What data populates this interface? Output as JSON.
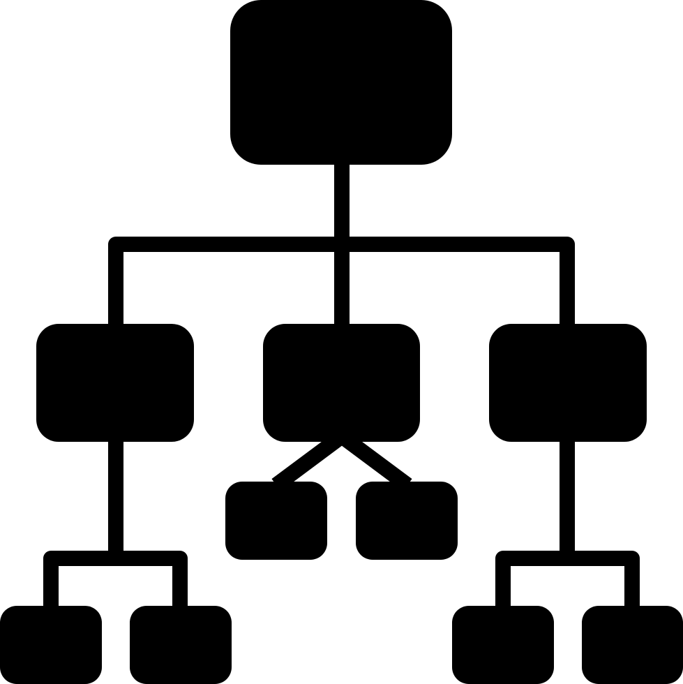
{
  "icon": {
    "name": "hierarchy-icon",
    "style": "glyph",
    "color": "#000000",
    "background": "#ffffff"
  },
  "diagram": {
    "type": "tree",
    "root": "node-root",
    "nodes": [
      {
        "id": "node-root",
        "level": 0
      },
      {
        "id": "node-left",
        "level": 1
      },
      {
        "id": "node-middle",
        "level": 1
      },
      {
        "id": "node-right",
        "level": 1
      },
      {
        "id": "node-left-a",
        "level": 2
      },
      {
        "id": "node-left-b",
        "level": 2
      },
      {
        "id": "node-middle-a",
        "level": 2
      },
      {
        "id": "node-middle-b",
        "level": 2
      },
      {
        "id": "node-right-a",
        "level": 2
      },
      {
        "id": "node-right-b",
        "level": 2
      }
    ],
    "edges": [
      {
        "from": "node-root",
        "to": "node-left"
      },
      {
        "from": "node-root",
        "to": "node-middle"
      },
      {
        "from": "node-root",
        "to": "node-right"
      },
      {
        "from": "node-left",
        "to": "node-left-a"
      },
      {
        "from": "node-left",
        "to": "node-left-b"
      },
      {
        "from": "node-middle",
        "to": "node-middle-a"
      },
      {
        "from": "node-middle",
        "to": "node-middle-b"
      },
      {
        "from": "node-right",
        "to": "node-right-a"
      },
      {
        "from": "node-right",
        "to": "node-right-b"
      }
    ]
  }
}
